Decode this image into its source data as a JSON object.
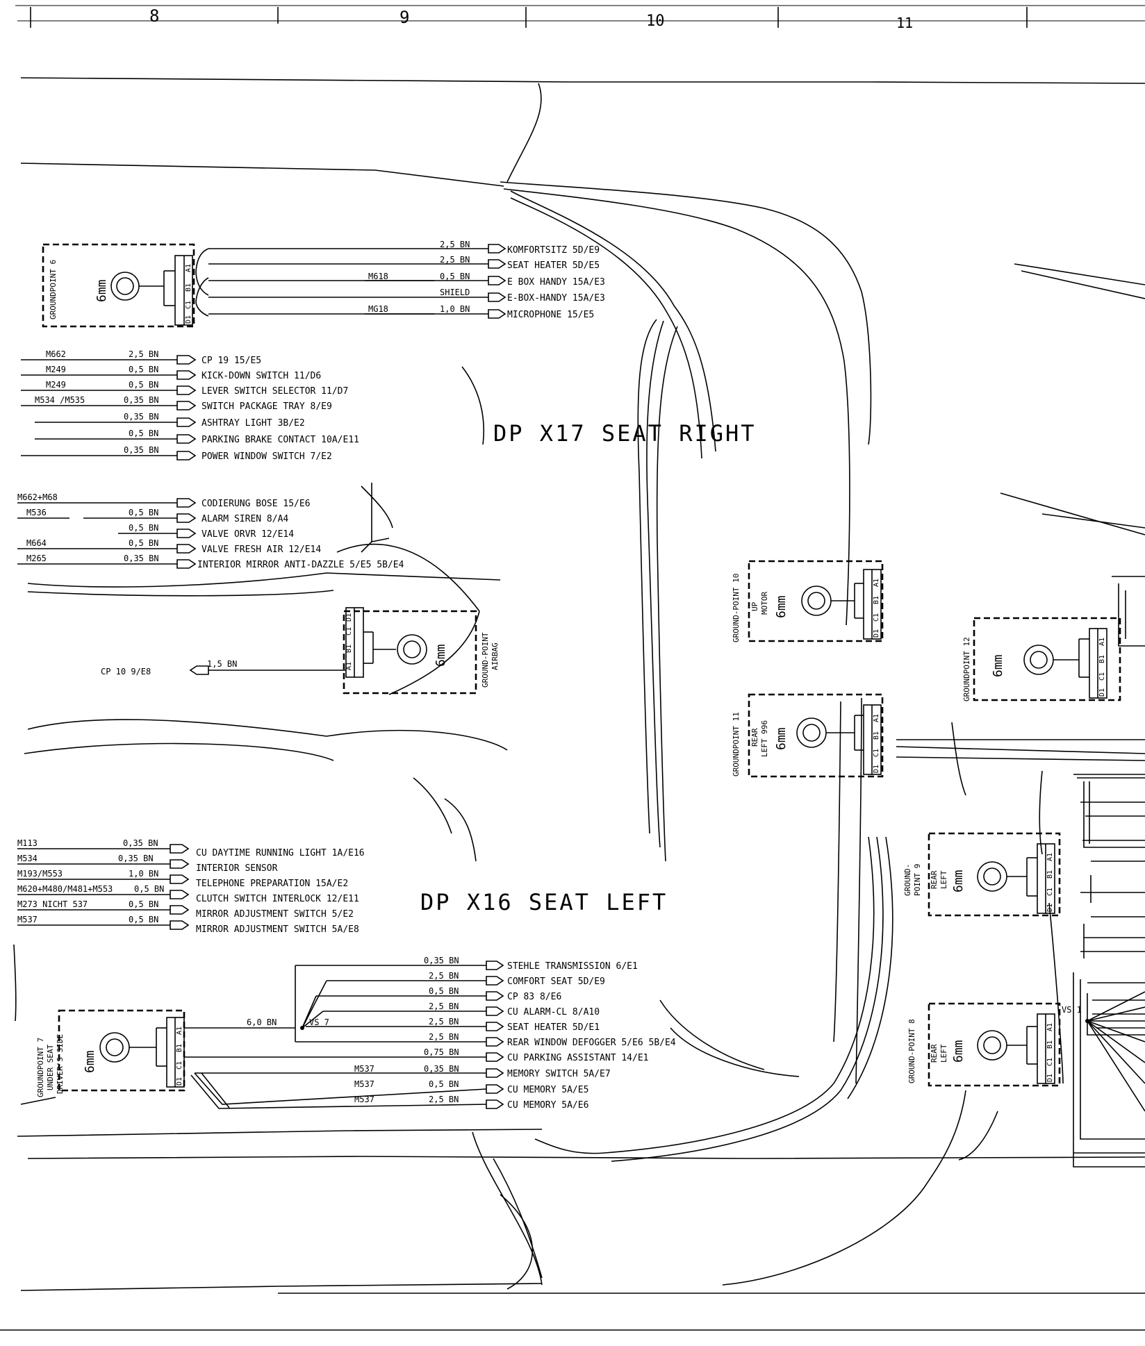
{
  "ruler": [
    "8",
    "9",
    "10",
    "11"
  ],
  "labels": {
    "seat_right": "DP X17 SEAT RIGHT",
    "seat_left": "DP X16 SEAT LEFT"
  },
  "groundpoints": {
    "gp6": {
      "title": "GROUNDPOINT 6",
      "size": "6mm"
    },
    "airbag": {
      "title": "GROUND-POINT",
      "sub": "AIRBAG",
      "size": "6mm"
    },
    "gp10": {
      "title": "GROUND-POINT 10",
      "sub1": "UP",
      "sub2": "MOTOR",
      "size": "6mm"
    },
    "gp11": {
      "title": "GROUNDPOINT 11",
      "sub1": "REAR",
      "sub2": "LEFT 996",
      "size": "6mm"
    },
    "gp12": {
      "title": "GROUNDPOINT 12",
      "size": "6mm"
    },
    "gp9": {
      "title": "GROUND-",
      "title2": "POINT 9",
      "sub1": "REAR",
      "sub2": "LEFT",
      "size": "6mm"
    },
    "gp8": {
      "title": "GROUND-POINT 8",
      "sub1": "REAR",
      "sub2": "LEFT",
      "size": "6mm"
    },
    "gp7": {
      "title": "GROUNDPOINT 7",
      "sub1": "UNDER SEAT",
      "sub2": "DRIVER'S SIDE",
      "size": "6mm"
    }
  },
  "pins": [
    "A1",
    "B1",
    "C1",
    "D1"
  ],
  "vs1": "VS 1",
  "vs7": "VS 7",
  "gp6_wires": [
    {
      "code": "",
      "gauge": "2,5 BN",
      "dest": "KOMFORTSITZ 5D/E9"
    },
    {
      "code": "",
      "gauge": "2,5 BN",
      "dest": "SEAT HEATER 5D/E5"
    },
    {
      "code": "M618",
      "gauge": "0,5 BN",
      "dest": "E BOX HANDY 15A/E3"
    },
    {
      "code": "",
      "gauge": "SHIELD",
      "dest": "E-BOX-HANDY 15A/E3"
    },
    {
      "code": "MG18",
      "gauge": "1,0 BN",
      "dest": "MICROPHONE 15/E5"
    }
  ],
  "left_group1": [
    {
      "code": "M662",
      "gauge": "2,5 BN",
      "dest": "CP 19 15/E5"
    },
    {
      "code": "M249",
      "gauge": "0,5 BN",
      "dest": "KICK-DOWN SWITCH 11/D6"
    },
    {
      "code": "M249",
      "gauge": "0,5 BN",
      "dest": "LEVER SWITCH SELECTOR 11/D7"
    },
    {
      "code": "M534 /M535",
      "gauge": "0,35 BN",
      "dest": "SWITCH PACKAGE TRAY 8/E9"
    },
    {
      "code": "",
      "gauge": "0,35 BN",
      "dest": "ASHTRAY LIGHT 3B/E2"
    },
    {
      "code": "",
      "gauge": "0,5 BN",
      "dest": "PARKING BRAKE CONTACT 10A/E11"
    },
    {
      "code": "",
      "gauge": "0,35 BN",
      "dest": "POWER WINDOW SWITCH 7/E2"
    }
  ],
  "left_group2": [
    {
      "code": "M662+M68",
      "gauge": "",
      "dest": "CODIERUNG BOSE 15/E6"
    },
    {
      "code": "M536",
      "gauge": "0,5 BN",
      "dest": "ALARM SIREN 8/A4"
    },
    {
      "code": "",
      "gauge": "0,5 BN",
      "dest": "VALVE ORVR 12/E14"
    },
    {
      "code": "M664",
      "gauge": "0,5 BN",
      "dest": "VALVE FRESH AIR 12/E14"
    },
    {
      "code": "M265",
      "gauge": "0,35 BN",
      "dest": "INTERIOR MIRROR ANTI-DAZZLE 5/E5 5B/E4"
    }
  ],
  "airbag_wire": {
    "dest": "CP 10 9/E8",
    "gauge": "1,5 BN"
  },
  "left_group3": [
    {
      "code": "M113",
      "gauge": "0,35 BN",
      "dest": "CU DAYTIME RUNNING LIGHT 1A/E16"
    },
    {
      "code": "M534",
      "gauge": "0,35 BN",
      "dest": "INTERIOR SENSOR"
    },
    {
      "code": "M193/M553",
      "gauge": "1,0 BN",
      "dest": "TELEPHONE PREPARATION 15A/E2"
    },
    {
      "code": "M620+M480/M481+M553",
      "gauge": "0,5 BN",
      "dest": "CLUTCH SWITCH INTERLOCK 12/E11"
    },
    {
      "code": "M273 NICHT 537",
      "gauge": "0,5 BN",
      "dest": "MIRROR ADJUSTMENT SWITCH 5/E2"
    },
    {
      "code": "M537",
      "gauge": "0,5 BN",
      "dest": "MIRROR ADJUSTMENT SWITCH 5A/E8"
    }
  ],
  "gp7_main_gauge": "6,0 BN",
  "gp7_wires": [
    {
      "code": "",
      "gauge": "0,35 BN",
      "dest": "STEHLE TRANSMISSION 6/E1"
    },
    {
      "code": "",
      "gauge": "2,5 BN",
      "dest": "COMFORT SEAT 5D/E9"
    },
    {
      "code": "",
      "gauge": "0,5 BN",
      "dest": "CP 83 8/E6"
    },
    {
      "code": "",
      "gauge": "2,5 BN",
      "dest": "CU ALARM-CL 8/A10"
    },
    {
      "code": "",
      "gauge": "2,5 BN",
      "dest": "SEAT HEATER 5D/E1"
    },
    {
      "code": "",
      "gauge": "2,5 BN",
      "dest": "REAR WINDOW DEFOGGER 5/E6 5B/E4"
    },
    {
      "code": "",
      "gauge": "0,75 BN",
      "dest": "CU PARKING ASSISTANT 14/E1"
    },
    {
      "code": "M537",
      "gauge": "0,35 BN",
      "dest": "MEMORY SWITCH 5A/E7"
    },
    {
      "code": "M537",
      "gauge": "0,5 BN",
      "dest": "CU MEMORY 5A/E5"
    },
    {
      "code": "M537",
      "gauge": "2,5 BN",
      "dest": "CU MEMORY 5A/E6"
    }
  ]
}
